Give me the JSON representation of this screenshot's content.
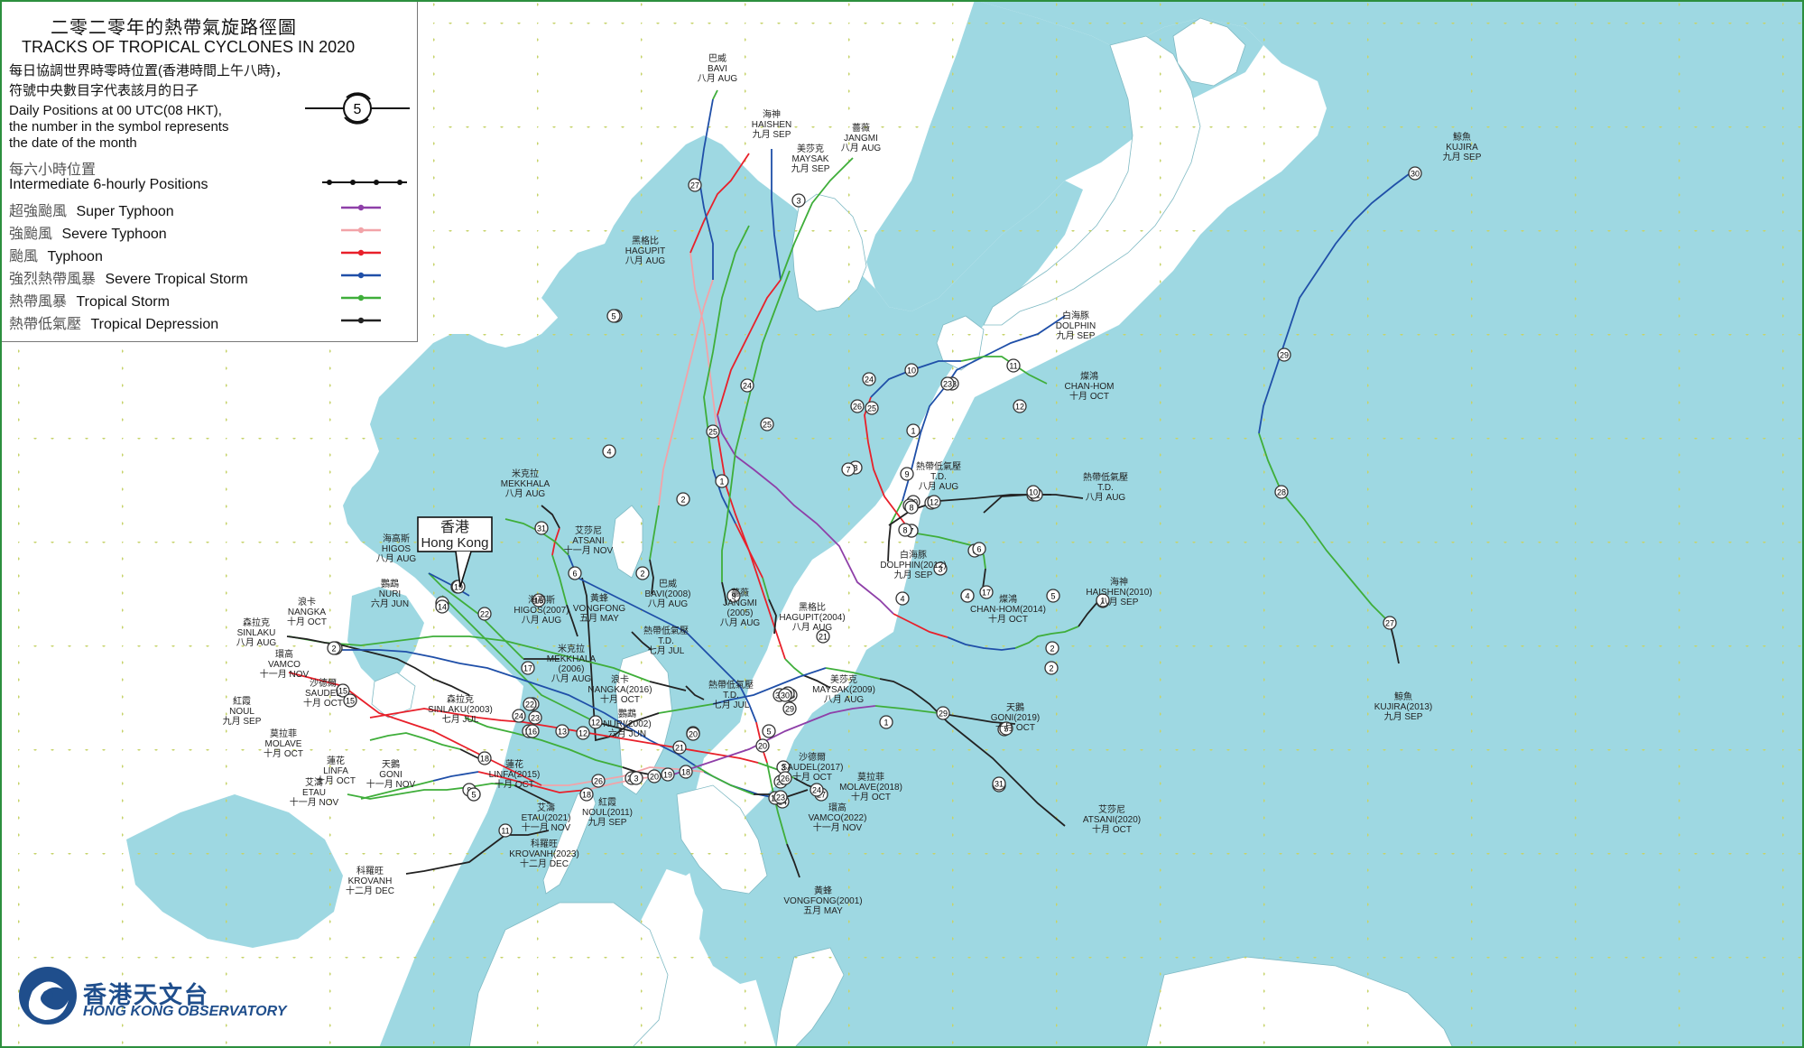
{
  "legend": {
    "title_zh": "二零二零年的熱帶氣旋路徑圖",
    "title_en": "TRACKS OF TROPICAL CYCLONES IN 2020",
    "daily_zh": "每日協調世界時零時位置(香港時間上午八時)，\n符號中央數目字代表該月的日子",
    "daily_en": "Daily Positions at 00 UTC(08 HKT),\nthe number in the symbol represents\nthe date of the month",
    "daily_symbol_number": "5",
    "intermediate_zh": "每六小時位置",
    "intermediate_en": "Intermediate 6-hourly Positions",
    "categories": [
      {
        "zh": "超強颱風",
        "en": "Super Typhoon",
        "color": "#8e3fa8"
      },
      {
        "zh": "強颱風",
        "en": "Severe Typhoon",
        "color": "#f2a3a8"
      },
      {
        "zh": "颱風",
        "en": "Typhoon",
        "color": "#e8202a"
      },
      {
        "zh": "強烈熱帶風暴",
        "en": "Severe Tropical Storm",
        "color": "#1f4fa8"
      },
      {
        "zh": "熱帶風暴",
        "en": "Tropical Storm",
        "color": "#3fae3a"
      },
      {
        "zh": "熱帶低氣壓",
        "en": "Tropical Depression",
        "color": "#222222"
      }
    ]
  },
  "hk_callout": {
    "zh": "香港",
    "en": "Hong Kong"
  },
  "logo": {
    "zh": "香港天文台",
    "en": "HONG KONG OBSERVATORY"
  },
  "colors": {
    "sea": "#9ed8e2",
    "land": "#ffffff",
    "border": "#2c8f3e",
    "grid": "#c6d36a"
  },
  "storm_labels": [
    {
      "lines": [
        "巴威",
        "BAVI",
        "八月 AUG"
      ]
    },
    {
      "lines": [
        "海神",
        "HAISHEN",
        "九月 SEP"
      ]
    },
    {
      "lines": [
        "美莎克",
        "MAYSAK",
        "九月 SEP"
      ]
    },
    {
      "lines": [
        "薔薇",
        "JANGMI",
        "八月 AUG"
      ]
    },
    {
      "lines": [
        "鯨魚",
        "KUJIRA",
        "九月 SEP"
      ]
    },
    {
      "lines": [
        "黑格比",
        "HAGUPIT",
        "八月 AUG"
      ]
    },
    {
      "lines": [
        "白海豚",
        "DOLPHIN",
        "九月 SEP"
      ]
    },
    {
      "lines": [
        "燦鴻",
        "CHAN-HOM",
        "十月 OCT"
      ]
    },
    {
      "lines": [
        "熱帶低氣壓",
        "T.D.",
        "八月 AUG"
      ]
    },
    {
      "lines": [
        "熱帶低氣壓",
        "T.D.",
        "八月 AUG"
      ]
    },
    {
      "lines": [
        "米克拉",
        "MEKKHALA",
        "八月 AUG"
      ]
    },
    {
      "lines": [
        "艾莎尼",
        "ATSANI",
        "十一月 NOV"
      ]
    },
    {
      "lines": [
        "海高斯",
        "HIGOS",
        "八月 AUG"
      ]
    },
    {
      "lines": [
        "鸚鵡",
        "NURI",
        "六月 JUN"
      ]
    },
    {
      "lines": [
        "浪卡",
        "NANGKA",
        "十月 OCT"
      ]
    },
    {
      "lines": [
        "森拉克",
        "SINLAKU",
        "八月 AUG"
      ]
    },
    {
      "lines": [
        "環高",
        "VAMCO",
        "十一月 NOV"
      ]
    },
    {
      "lines": [
        "沙德爾",
        "SAUDEL",
        "十月 OCT"
      ]
    },
    {
      "lines": [
        "紅霞",
        "NOUL",
        "九月 SEP"
      ]
    },
    {
      "lines": [
        "莫拉菲",
        "MOLAVE",
        "十月 OCT"
      ]
    },
    {
      "lines": [
        "蓮花",
        "LINFA",
        "十月 OCT"
      ]
    },
    {
      "lines": [
        "天鵝",
        "GONI",
        "十一月 NOV"
      ]
    },
    {
      "lines": [
        "艾濤",
        "ETAU",
        "十一月 NOV"
      ]
    },
    {
      "lines": [
        "科羅旺",
        "KROVANH",
        "十二月 DEC"
      ]
    },
    {
      "lines": [
        "巴威",
        "BAVI(2008)",
        "八月 AUG"
      ]
    },
    {
      "lines": [
        "薔薇",
        "JANGMI",
        "(2005)",
        "八月 AUG"
      ]
    },
    {
      "lines": [
        "黑格比",
        "HAGUPIT(2004)",
        "八月 AUG"
      ]
    },
    {
      "lines": [
        "海高斯",
        "HIGOS(2007)",
        "八月 AUG"
      ]
    },
    {
      "lines": [
        "黃蜂",
        "VONGFONG",
        "五月 MAY"
      ]
    },
    {
      "lines": [
        "熱帶低氣壓",
        "T.D.",
        "七月 JUL"
      ]
    },
    {
      "lines": [
        "熱帶低氣壓",
        "T.D.",
        "七月 JUL"
      ]
    },
    {
      "lines": [
        "米克拉",
        "MEKKHALA",
        "(2006)",
        "八月 AUG"
      ]
    },
    {
      "lines": [
        "浪卡",
        "NANGKA(2016)",
        "十月 OCT"
      ]
    },
    {
      "lines": [
        "森拉克",
        "SINLAKU(2003)",
        "七月 JUL"
      ]
    },
    {
      "lines": [
        "鸚鵡",
        "NURI(2002)",
        "六月 JUN"
      ]
    },
    {
      "lines": [
        "美莎克",
        "MAYSAK(2009)",
        "八月 AUG"
      ]
    },
    {
      "lines": [
        "天鵝",
        "GONI(2019)",
        "十月 OCT"
      ]
    },
    {
      "lines": [
        "沙德爾",
        "SAUDEL(2017)",
        "十月 OCT"
      ]
    },
    {
      "lines": [
        "蓮花",
        "LINFA(2015)",
        "十月 OCT"
      ]
    },
    {
      "lines": [
        "莫拉菲",
        "MOLAVE(2018)",
        "十月 OCT"
      ]
    },
    {
      "lines": [
        "紅霞",
        "NOUL(2011)",
        "九月 SEP"
      ]
    },
    {
      "lines": [
        "艾濤",
        "ETAU(2021)",
        "十一月 NOV"
      ]
    },
    {
      "lines": [
        "環高",
        "VAMCO(2022)",
        "十一月 NOV"
      ]
    },
    {
      "lines": [
        "科羅旺",
        "KROVANH(2023)",
        "十二月 DEC"
      ]
    },
    {
      "lines": [
        "艾莎尼",
        "ATSANI(2020)",
        "十月 OCT"
      ]
    },
    {
      "lines": [
        "黃蜂",
        "VONGFONG(2001)",
        "五月 MAY"
      ]
    },
    {
      "lines": [
        "海神",
        "HAISHEN(2010)",
        "八月 SEP"
      ]
    },
    {
      "lines": [
        "燦鴻",
        "CHAN-HOM(2014)",
        "十月 OCT"
      ]
    },
    {
      "lines": [
        "白海豚",
        "DOLPHIN(2012)",
        "九月 SEP"
      ]
    },
    {
      "lines": [
        "鯨魚",
        "KUJIRA(2013)",
        "九月 SEP"
      ]
    }
  ],
  "daily_markers": [
    "27",
    "3",
    "5",
    "25",
    "24",
    "23",
    "2",
    "4",
    "13",
    "10",
    "11",
    "12",
    "7",
    "6",
    "5",
    "2",
    "1",
    "30",
    "29",
    "27",
    "25",
    "4",
    "31",
    "19",
    "12",
    "15",
    "14",
    "22",
    "20",
    "21",
    "26",
    "28",
    "10",
    "9",
    "16",
    "22",
    "18",
    "17",
    "30",
    "29",
    "15",
    "1",
    "2",
    "9",
    "13",
    "12",
    "14",
    "18",
    "11",
    "8",
    "26",
    "25",
    "24",
    "23",
    "6",
    "10",
    "17",
    "5",
    "3",
    "16",
    "24",
    "20",
    "21",
    "7",
    "12",
    "13",
    "1",
    "14",
    "13",
    "21",
    "20",
    "19",
    "18",
    "22",
    "23",
    "2",
    "30",
    "31",
    "1",
    "19",
    "13",
    "12",
    "31",
    "3",
    "5",
    "20",
    "25",
    "26",
    "27",
    "23",
    "24",
    "11",
    "6",
    "2",
    "7",
    "8",
    "9",
    "1",
    "4",
    "3",
    "5",
    "5",
    "30",
    "29",
    "28",
    "27",
    "12",
    "11",
    "10",
    "8",
    "7"
  ]
}
